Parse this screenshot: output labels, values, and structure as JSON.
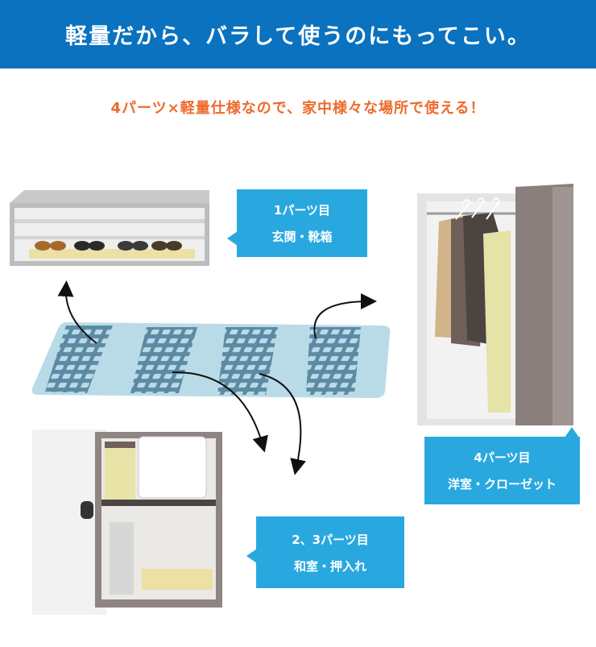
{
  "header": {
    "title": "軽量だから、バラして使うのにもってこい。"
  },
  "subheading": "4パーツ×軽量仕様なので、家中様々な場所で使える！",
  "callouts": [
    {
      "line1": "1パーツ目",
      "line2": "玄関・靴箱"
    },
    {
      "line1": "4パーツ目",
      "line2": "洋室・クローゼット"
    },
    {
      "line1": "2、3パーツ目",
      "line2": "和室・押入れ"
    }
  ],
  "colors": {
    "header_bg": "#0a72bf",
    "accent_orange": "#ee6a2c",
    "callout_bg": "#29a8df",
    "mat_blue": "#7fb8cf"
  }
}
